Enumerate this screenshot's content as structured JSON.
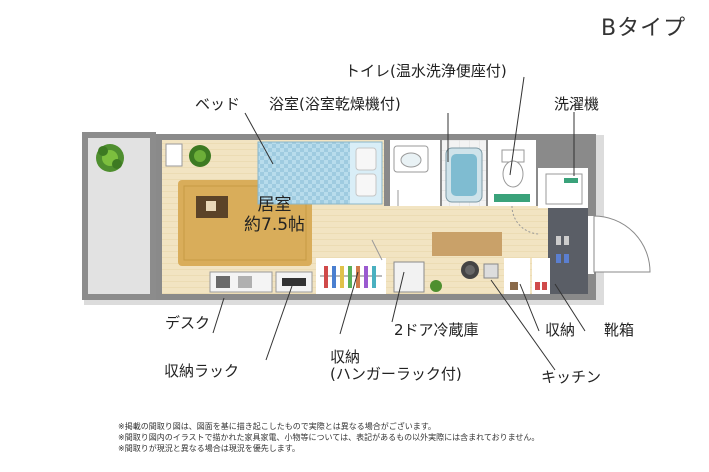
{
  "type_title": "Bタイプ",
  "rooms": {
    "living_label_line1": "居室",
    "living_label_line2": "約7.5帖"
  },
  "callouts": {
    "toilet": "トイレ(温水洗浄便座付)",
    "bathroom": "浴室(浴室乾燥機付)",
    "bed": "ベッド",
    "washing_machine": "洗濯機",
    "desk": "デスク",
    "fridge": "2ドア冷蔵庫",
    "storage": "収納",
    "shoe_rack": "靴箱",
    "storage_rack": "収納ラック",
    "hanger_storage_line1": "収納",
    "hanger_storage_line2": "(ハンガーラック付)",
    "kitchen": "キッチン"
  },
  "notes": [
    "※掲載の間取り図は、図面を基に描き起こしたもので実際とは異なる場合がございます。",
    "※間取り図内のイラストで描かれた家具家電、小物等については、表記があるもの以外実際には含まれておりません。",
    "※間取りが現況と異なる場合は現況を優先します。"
  ],
  "colors": {
    "wall": "#8a8a8a",
    "floor_wood": "#f0e2bf",
    "rug": "#d9ad5a",
    "bed_blue": "#a9d3e6",
    "kitchen_counter": "#c9a169",
    "balcony": "#e3e3e3",
    "shoe_box": "#505560"
  }
}
